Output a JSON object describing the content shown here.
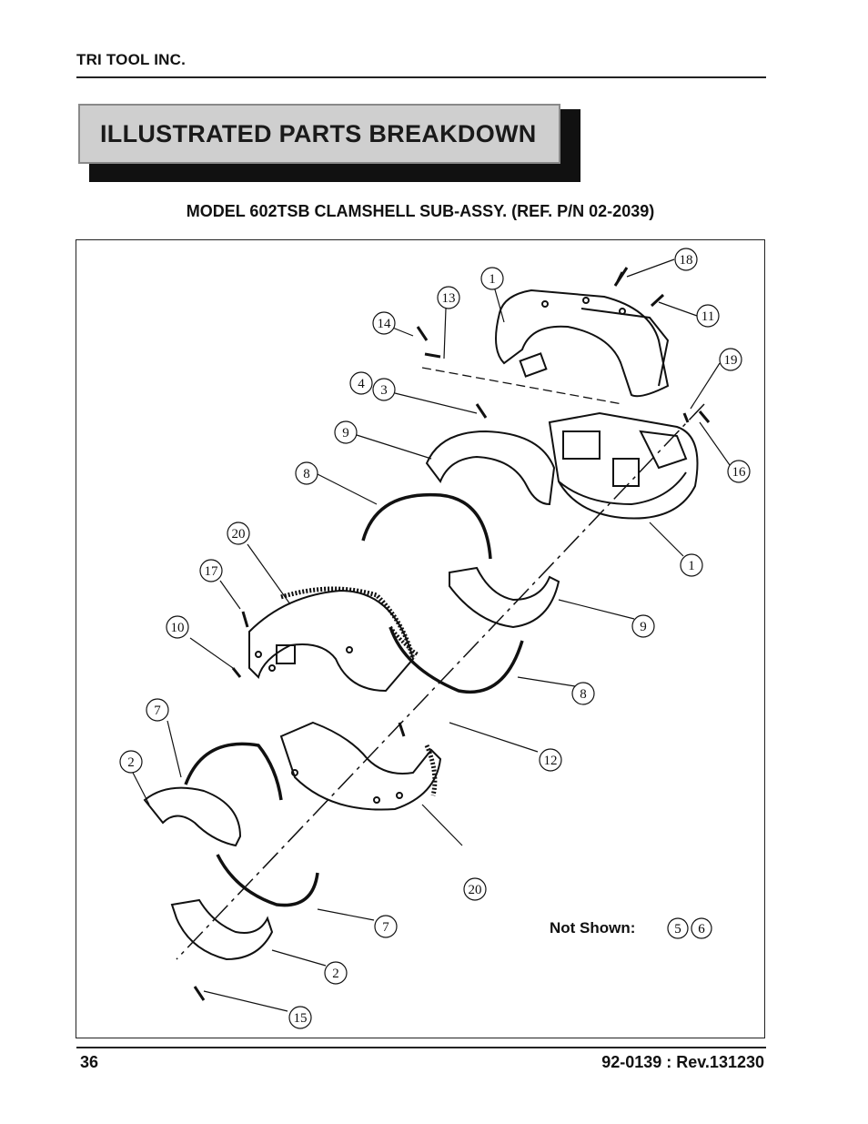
{
  "header": {
    "company": "TRI TOOL INC."
  },
  "banner": {
    "title": "ILLUSTRATED PARTS BREAKDOWN"
  },
  "figure": {
    "title": "MODEL 602TSB CLAMSHELL SUB-ASSY. (REF. P/N 02-2039)",
    "callouts": [
      "18",
      "1",
      "13",
      "14",
      "11",
      "19",
      "4",
      "3",
      "9",
      "16",
      "8",
      "20",
      "1",
      "17",
      "9",
      "10",
      "8",
      "7",
      "12",
      "2",
      "20",
      "7",
      "2",
      "15"
    ],
    "not_shown_label": "Not Shown:",
    "not_shown_items": [
      "5",
      "6"
    ]
  },
  "footer": {
    "page_number": "36",
    "doc_revision": "92-0139 : Rev.131230"
  }
}
